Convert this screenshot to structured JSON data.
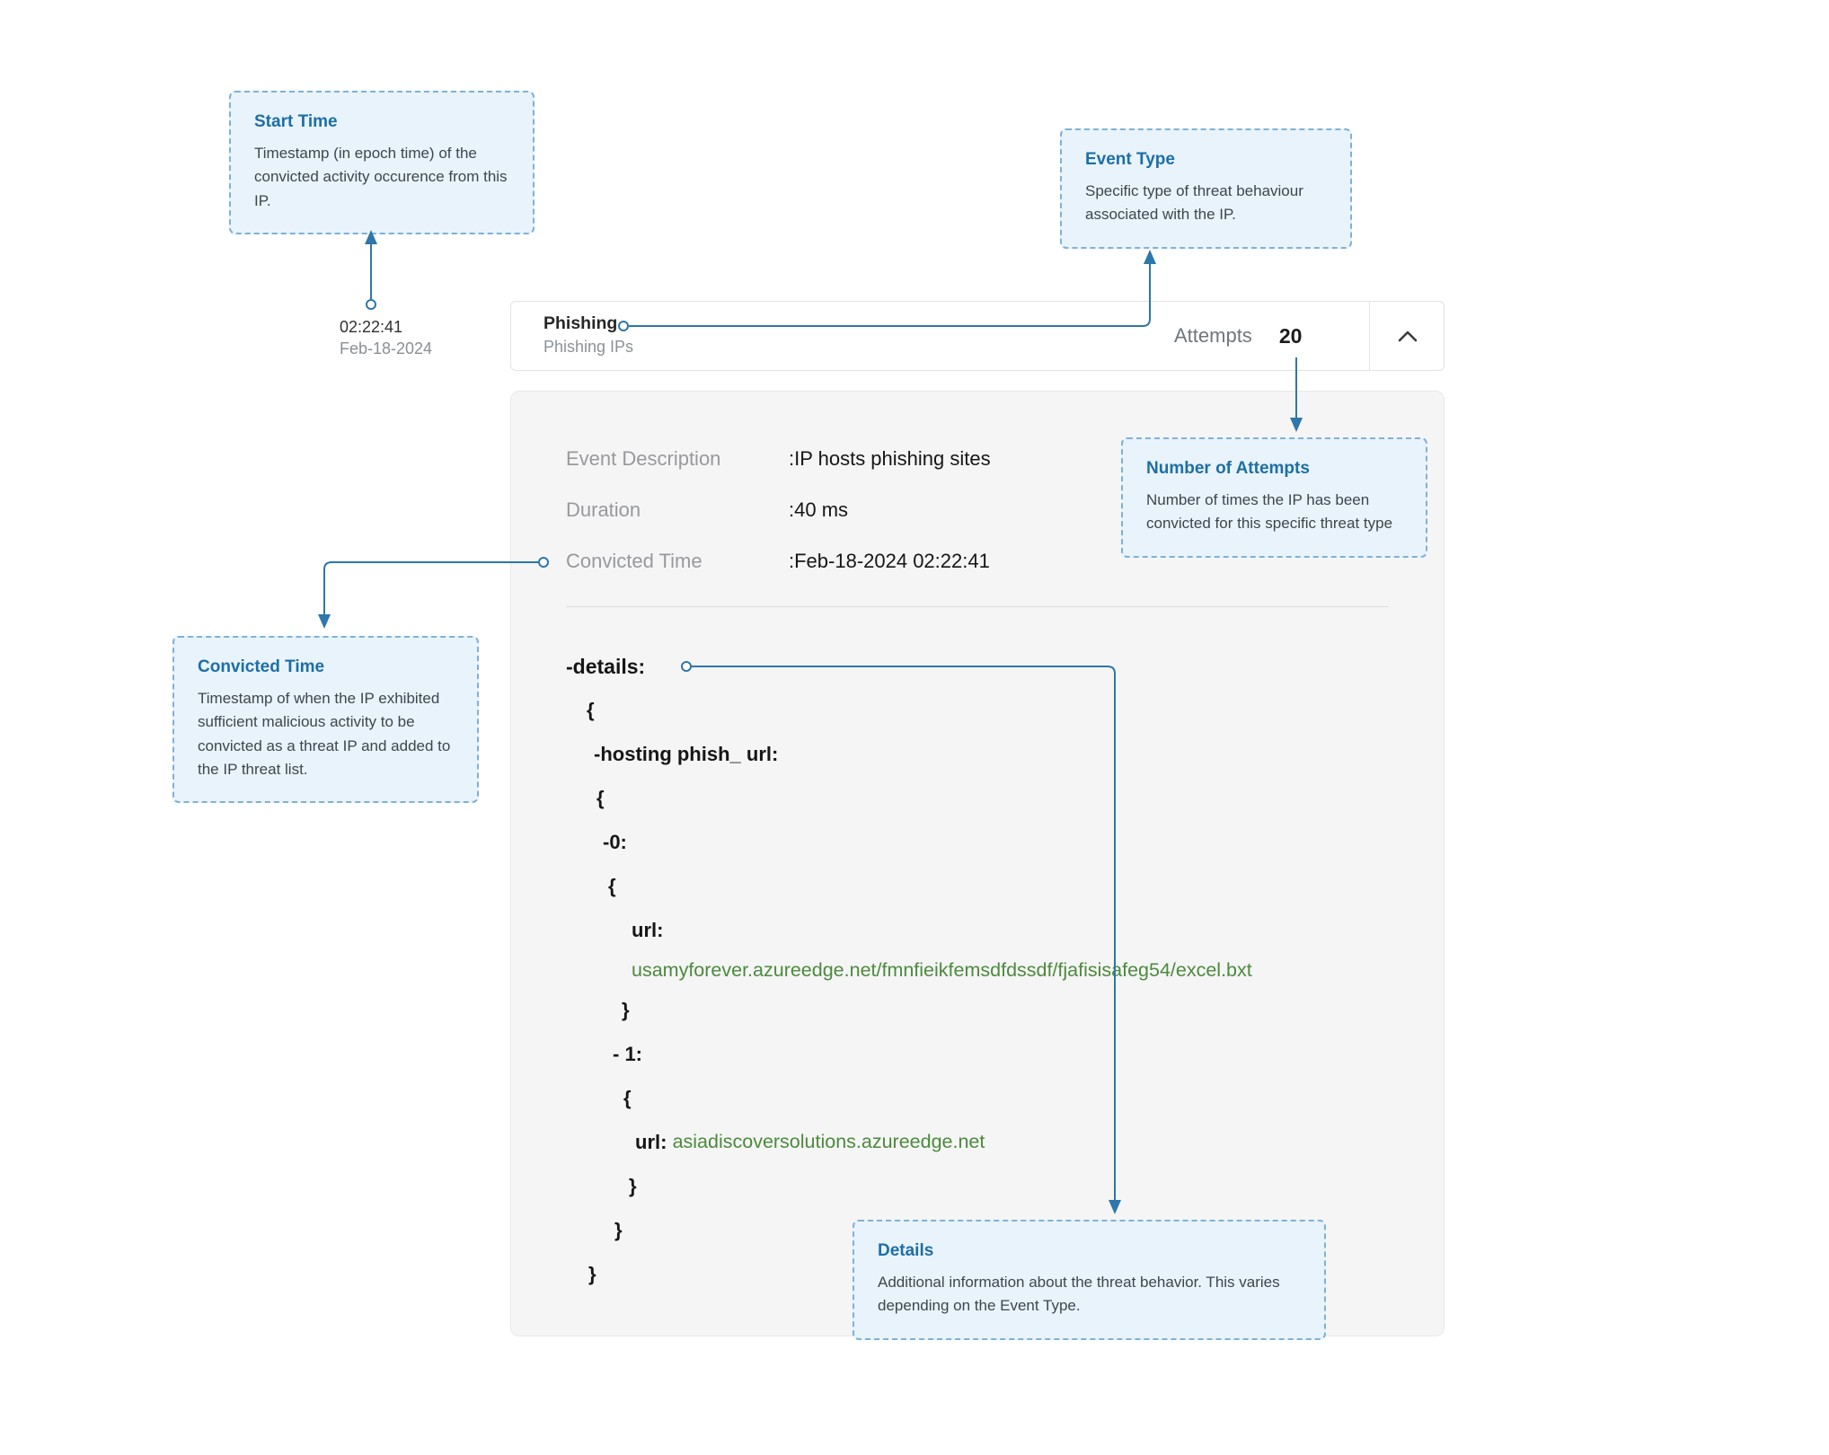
{
  "colors": {
    "accent_blue": "#1d6fa5",
    "connector_blue": "#2e76ab",
    "url_green": "#4c8a3c",
    "callout_bg": "#e9f3fc",
    "panel_bg": "#f5f5f6"
  },
  "icons": {
    "collapse": "chevron-up-icon",
    "connector_endpoint": "open-circle-marker",
    "connector_head": "arrowhead"
  },
  "callouts": {
    "start_time": {
      "title": "Start Time",
      "body": "Timestamp (in epoch time) of the convicted activity occurence from this IP."
    },
    "event_type": {
      "title": "Event Type",
      "body": "Specific type of threat behaviour associated with the IP."
    },
    "number_of_attempts": {
      "title": "Number of Attempts",
      "body": "Number of times the IP has been convicted for this specific threat type"
    },
    "convicted_time": {
      "title": "Convicted Time",
      "body": "Timestamp of when the IP exhibited sufficient malicious activity to be convicted as a threat IP and added to the IP threat list."
    },
    "details": {
      "title": "Details",
      "body": "Additional information about the threat behavior. This varies depending on the Event Type."
    }
  },
  "timestamp": {
    "time": "02:22:41",
    "date": "Feb-18-2024"
  },
  "header": {
    "title": "Phishing",
    "subtitle": "Phishing IPs",
    "attempts_label": "Attempts",
    "attempts_value": "20"
  },
  "panel": {
    "fields": [
      {
        "label": "Event Description",
        "value": ":IP hosts phishing sites"
      },
      {
        "label": "Duration",
        "value": ":40 ms"
      },
      {
        "label": "Convicted Time",
        "value": ":Feb-18-2024 02:22:41"
      }
    ],
    "details_label": "-details:",
    "code_lines": [
      {
        "text": "{"
      },
      {
        "text": "-hosting phish_ url:"
      },
      {
        "text": "{"
      },
      {
        "text": "-0:"
      },
      {
        "text": "{"
      },
      {
        "text": "url:"
      },
      {
        "green": "usamyforever.azureedge.net/fmnfieikfemsdfdssdf/fjafisisafeg54/excel.bxt"
      },
      {
        "text": "}"
      },
      {
        "text": "- 1:"
      },
      {
        "text": "{"
      },
      {
        "text": "url: ",
        "green": "asiadiscoversolutions.azureedge.net"
      },
      {
        "text": "}"
      },
      {
        "text": "}"
      },
      {
        "text": "}"
      }
    ]
  }
}
